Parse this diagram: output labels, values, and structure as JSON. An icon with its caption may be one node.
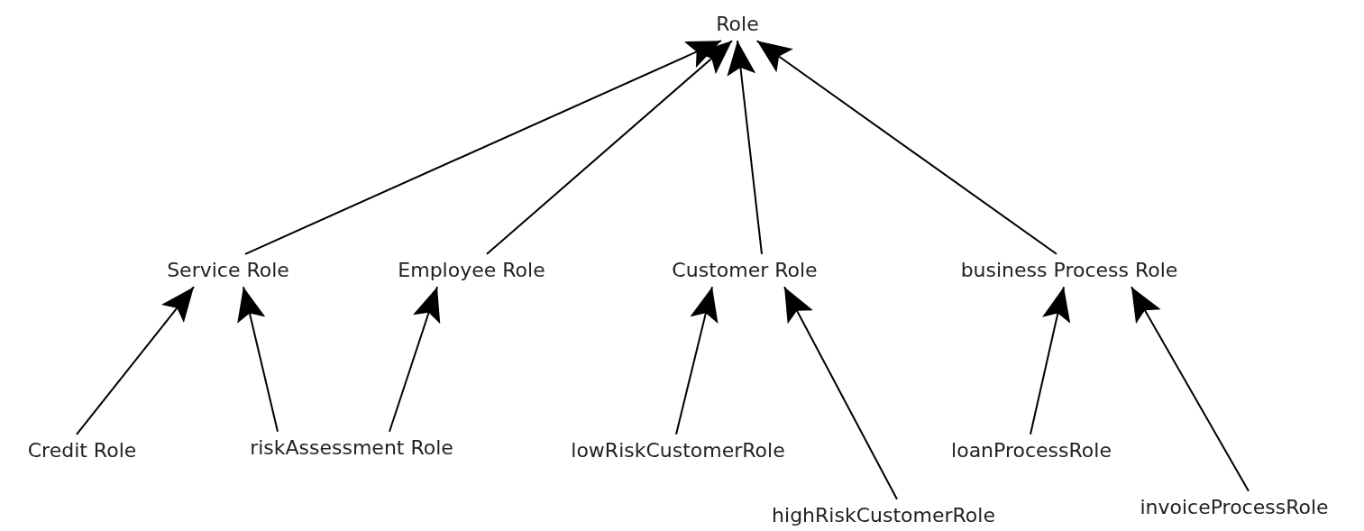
{
  "diagram": {
    "nodes": [
      {
        "text": [
          "Role"
        ]
      },
      {
        "text": [
          "Service Role"
        ]
      },
      {
        "text": [
          "Employee Role"
        ]
      },
      {
        "text": [
          "Customer Role"
        ]
      },
      {
        "text": [
          "business Process Role"
        ]
      },
      {
        "text": [
          "Credit Role"
        ]
      },
      {
        "text": [
          "riskAssessment Role"
        ]
      },
      {
        "text": [
          "lowRiskCustomerRole"
        ]
      },
      {
        "text": [
          "highRiskCustomerRole"
        ]
      },
      {
        "text": [
          "loanProcessRole"
        ]
      },
      {
        "text": [
          "invoiceProcessRole"
        ]
      }
    ],
    "edges": [
      {
        "from": 1,
        "to": 0,
        "arrow": "to"
      },
      {
        "from": 2,
        "to": 0,
        "arrow": "to"
      },
      {
        "from": 3,
        "to": 0,
        "arrow": "to"
      },
      {
        "from": 4,
        "to": 0,
        "arrow": "to"
      },
      {
        "from": 5,
        "to": 1,
        "arrow": "to"
      },
      {
        "from": 6,
        "to": 1,
        "arrow": "to"
      },
      {
        "from": 6,
        "to": 2,
        "arrow": "to"
      },
      {
        "from": 7,
        "to": 3,
        "arrow": "to"
      },
      {
        "from": 8,
        "to": 3,
        "arrow": "to"
      },
      {
        "from": 9,
        "to": 4,
        "arrow": "to"
      },
      {
        "from": 10,
        "to": 4,
        "arrow": "to"
      }
    ]
  }
}
